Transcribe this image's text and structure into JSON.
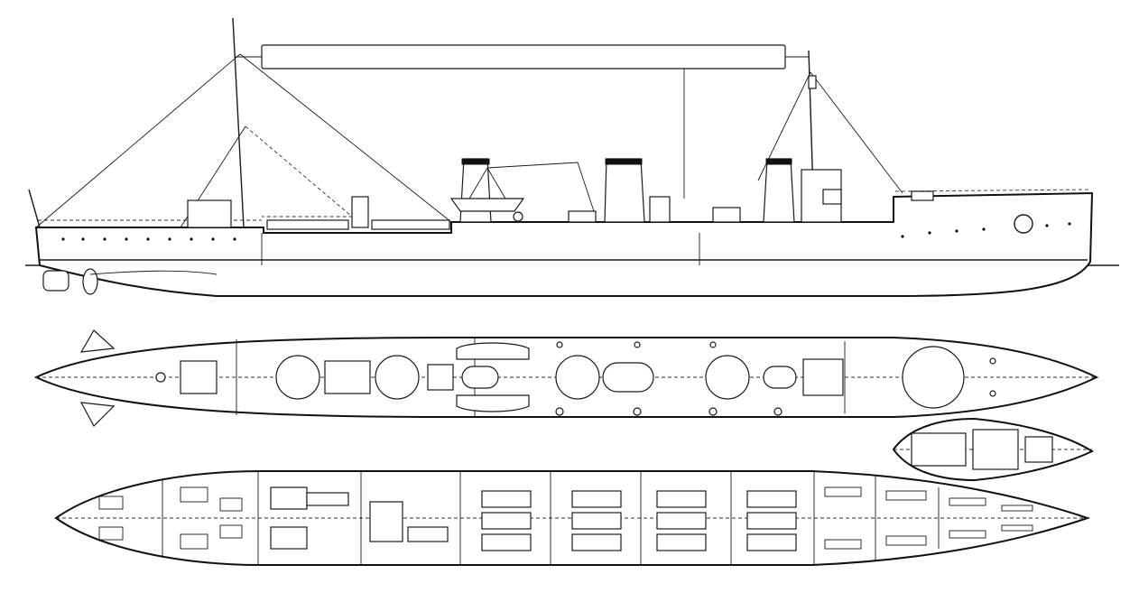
{
  "drawing": {
    "views": [
      "side-profile",
      "deck-plan",
      "hull-internal-plan",
      "bow-platform-detail"
    ],
    "colors": {
      "line": "#1a1a1a",
      "paper": "#ffffff"
    }
  }
}
